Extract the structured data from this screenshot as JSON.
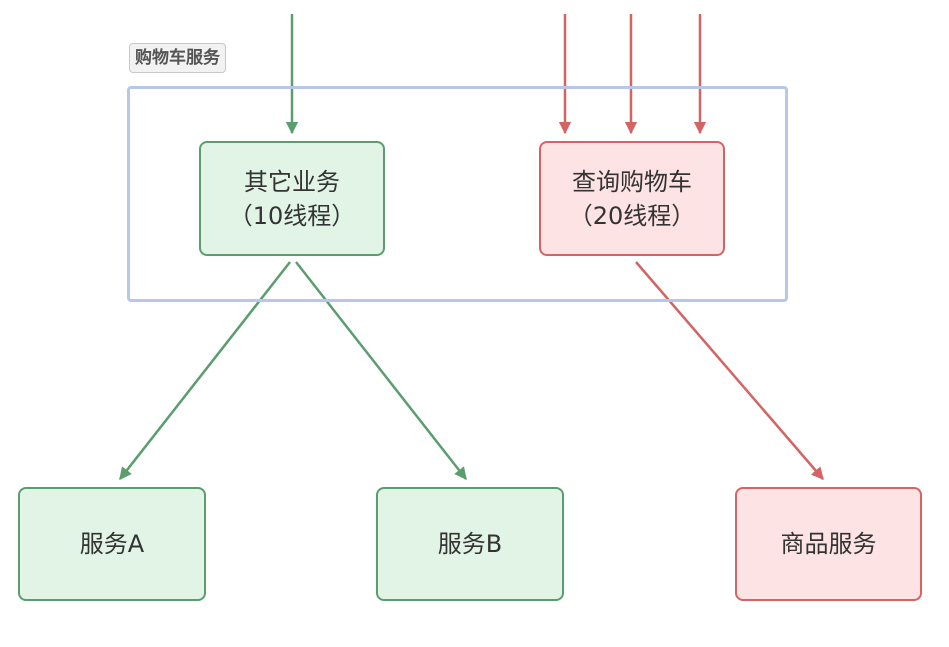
{
  "colors": {
    "green_edge": "#5a9e6d",
    "red_edge": "#d46464",
    "green_fill": "#e1f4e6",
    "red_fill": "#fde3e3",
    "group_border": "#b8c6ea"
  },
  "group": {
    "title": "购物车服务"
  },
  "nodes": {
    "other_business": {
      "line1": "其它业务",
      "line2": "（10线程）"
    },
    "query_cart": {
      "line1": "查询购物车",
      "line2": "（20线程）"
    },
    "service_a": {
      "label": "服务A"
    },
    "service_b": {
      "label": "服务B"
    },
    "product_service": {
      "label": "商品服务"
    }
  }
}
